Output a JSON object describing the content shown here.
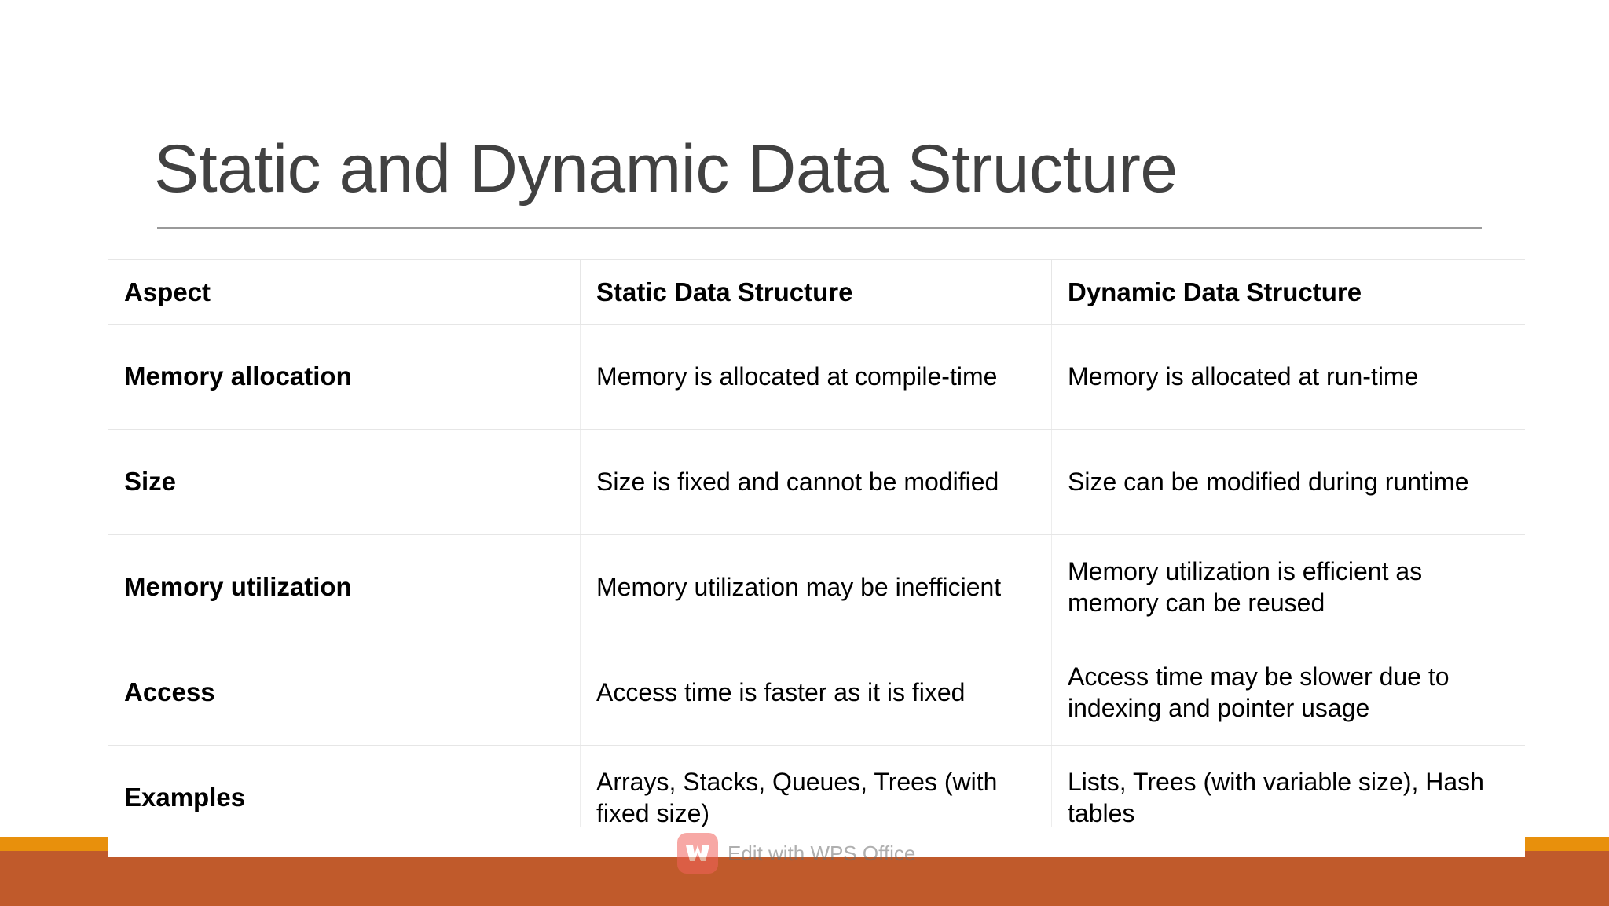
{
  "slide": {
    "title": "Static and Dynamic Data Structure",
    "title_color": "#414141",
    "background": "#ffffff"
  },
  "theme": {
    "accent_orange": "#E8900C",
    "accent_brown": "#C05A2B",
    "rule_color": "#9a9a9a",
    "table_border": "#e6e6e6"
  },
  "table": {
    "headers": [
      "Aspect",
      "Static Data Structure",
      "Dynamic Data Structure"
    ],
    "rows": [
      {
        "aspect": "Memory allocation",
        "static": "Memory is allocated at compile-time",
        "dynamic": "Memory is allocated at run-time"
      },
      {
        "aspect": "Size",
        "static": "Size is fixed and cannot be modified",
        "dynamic": "Size can be modified during runtime"
      },
      {
        "aspect": "Memory utilization",
        "static": "Memory utilization may be inefficient",
        "dynamic": "Memory utilization is efficient as memory can be reused"
      },
      {
        "aspect": "Access",
        "static": "Access time is faster as it is fixed",
        "dynamic": "Access time may be slower due to indexing and pointer usage"
      },
      {
        "aspect": "Examples",
        "static": "Arrays, Stacks, Queues, Trees (with fixed size)",
        "dynamic": " Lists, Trees (with variable size), Hash tables"
      }
    ]
  },
  "watermark": {
    "label": "Edit with WPS Office",
    "logo_icon": "wps-logo-icon",
    "logo_color": "#F2625C"
  }
}
